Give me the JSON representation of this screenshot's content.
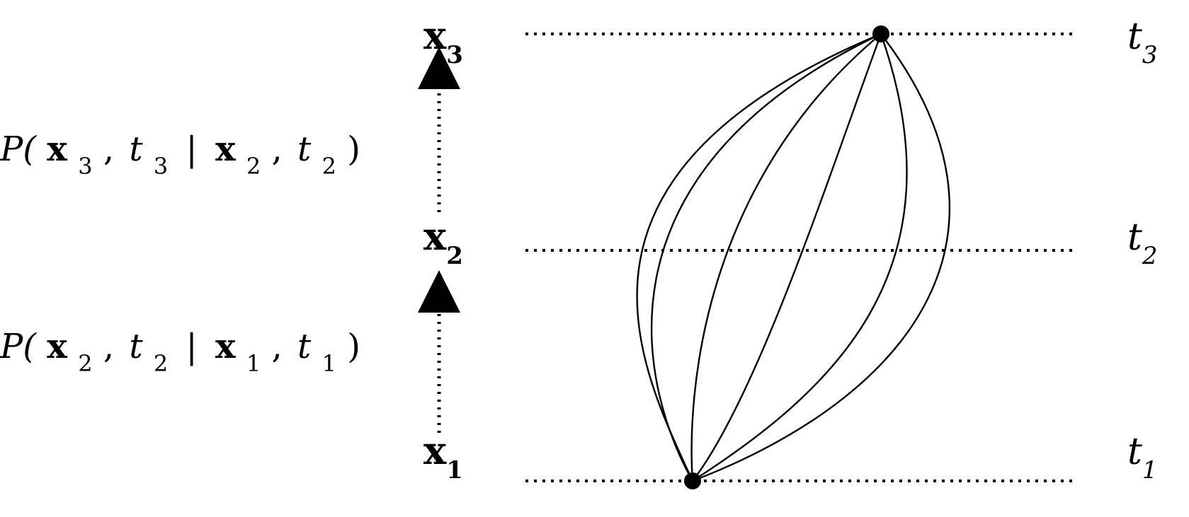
{
  "diagram": {
    "left_labels": {
      "upper_transition": {
        "prefix": "P(",
        "x_top": "x",
        "x_top_sub": "3",
        "comma_top": ",",
        "t_top": "t",
        "t_top_sub": "3",
        "bar": "|",
        "x_mid": "x",
        "x_mid_sub": "2",
        "comma_mid": ",",
        "t_mid": "t",
        "t_mid_sub": "2",
        "suffix": ")"
      },
      "lower_transition": {
        "prefix": "P(",
        "x_top": "x",
        "x_top_sub": "2",
        "comma_top": ",",
        "t_top": "t",
        "t_top_sub": "2",
        "bar": "|",
        "x_mid": "x",
        "x_mid_sub": "1",
        "comma_mid": ",",
        "t_mid": "t",
        "t_mid_sub": "1",
        "suffix": ")"
      }
    },
    "state_labels": [
      {
        "base": "x",
        "sub": "3"
      },
      {
        "base": "x",
        "sub": "2"
      },
      {
        "base": "x",
        "sub": "1"
      }
    ],
    "time_labels": [
      {
        "base": "t",
        "sub": "3"
      },
      {
        "base": "t",
        "sub": "2"
      },
      {
        "base": "t",
        "sub": "1"
      }
    ],
    "colors": {
      "ink": "#000000",
      "background": "#ffffff"
    }
  }
}
